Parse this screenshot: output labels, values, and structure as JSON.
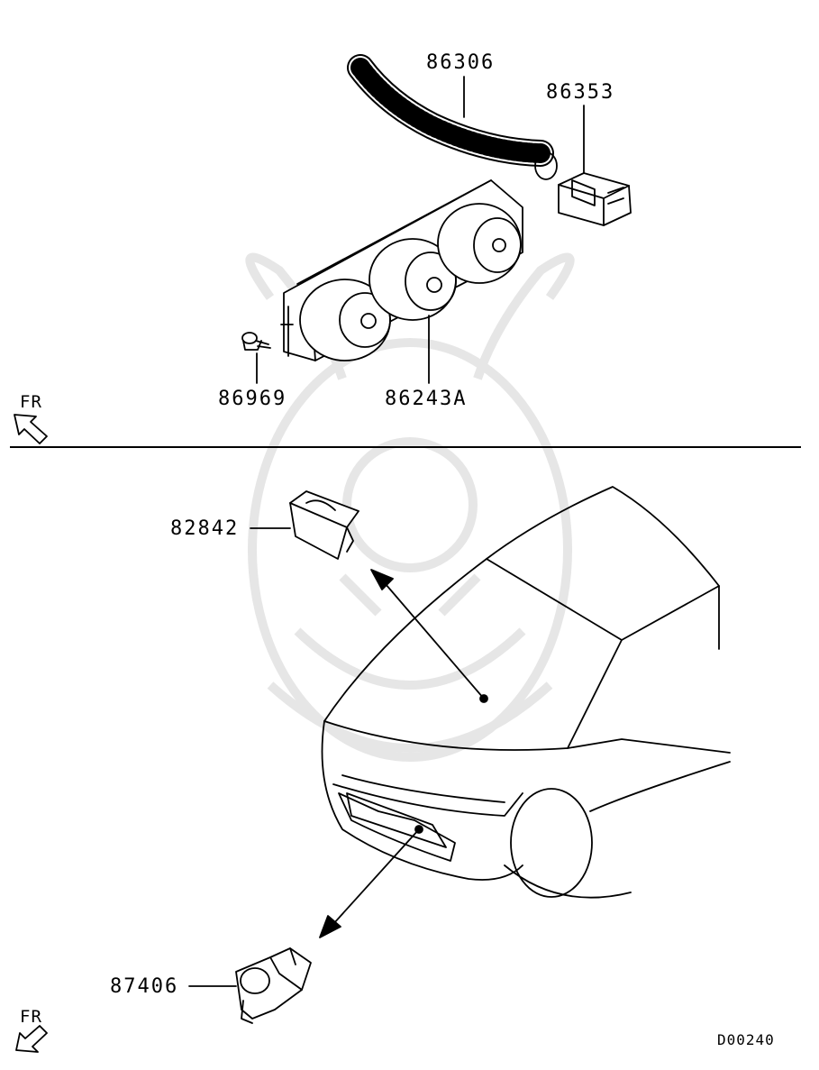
{
  "upper_section": {
    "direction_label": "FR",
    "parts": [
      {
        "number": "86306",
        "name_icon": "duct-hose-icon"
      },
      {
        "number": "86353",
        "name_icon": "connector-icon"
      },
      {
        "number": "86969",
        "name_icon": "screw-icon"
      },
      {
        "number": "86243A",
        "name_icon": "heater-control-panel-icon"
      }
    ]
  },
  "lower_section": {
    "direction_label": "FR",
    "parts": [
      {
        "number": "82842",
        "name_icon": "switch-icon"
      },
      {
        "number": "87406",
        "name_icon": "sensor-icon"
      }
    ]
  },
  "drawing_code": "D00240",
  "colors": {
    "line": "#000000",
    "watermark": "#e8e8e8",
    "background": "#ffffff"
  }
}
